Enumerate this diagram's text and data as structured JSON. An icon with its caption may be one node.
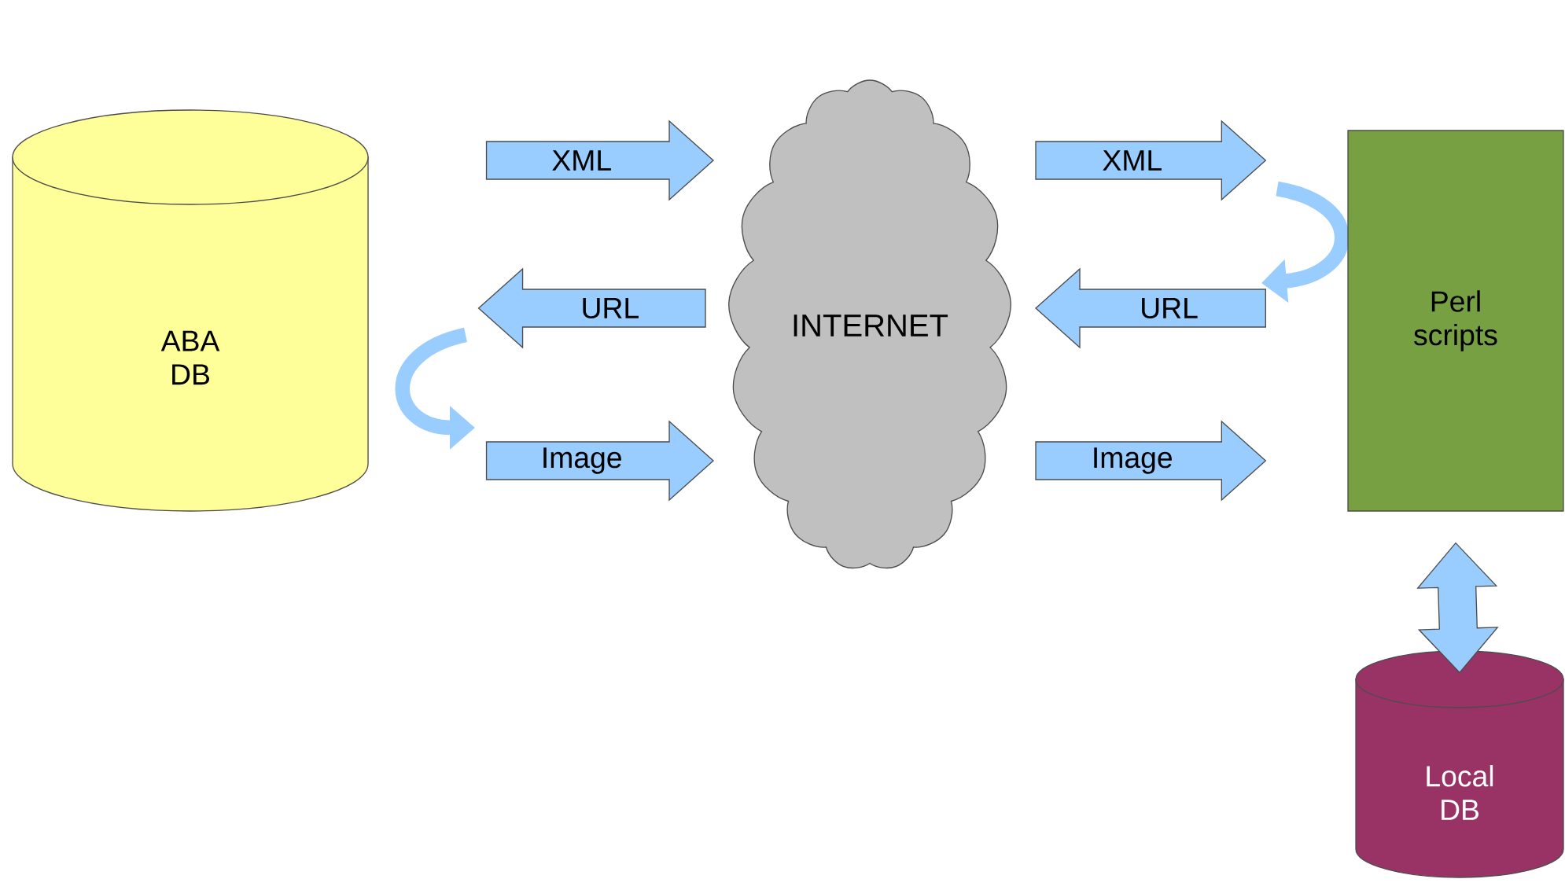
{
  "diagram": {
    "nodes": [
      {
        "text": [
          "ABA DB"
        ]
      },
      {
        "text": [
          "INTERNET"
        ]
      },
      {
        "text": [
          "Perl scripts"
        ]
      },
      {
        "text": [
          "Local DB"
        ]
      }
    ],
    "edges": [
      {
        "from": 0,
        "to": 1,
        "arrow": "to",
        "label": "XML"
      },
      {
        "from": 1,
        "to": 0,
        "arrow": "to",
        "label": "URL"
      },
      {
        "from": 0,
        "to": 1,
        "arrow": "to",
        "label": "Image"
      },
      {
        "from": 1,
        "to": 2,
        "arrow": "to",
        "label": "XML"
      },
      {
        "from": 2,
        "to": 1,
        "arrow": "to",
        "label": "URL"
      },
      {
        "from": 1,
        "to": 2,
        "arrow": "to",
        "label": "Image"
      },
      {
        "from": 2,
        "to": 3,
        "arrow": "both"
      }
    ]
  }
}
